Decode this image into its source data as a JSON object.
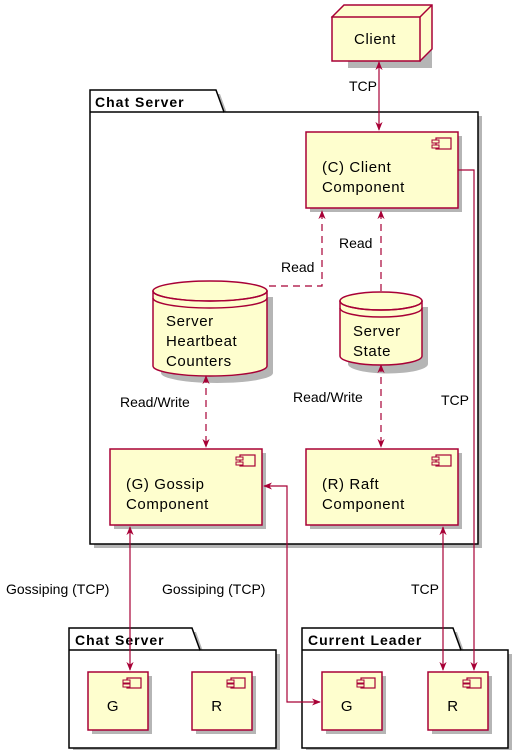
{
  "colors": {
    "node_fill": "#FEFECE",
    "node_border": "#A80036",
    "edge": "#A80036",
    "package_border": "#000000",
    "package_fill": "#FFFFFF",
    "shadow": "#B5B5B5"
  },
  "packages": {
    "main": "Chat Server",
    "peer": "Chat Server",
    "leader": "Current Leader"
  },
  "nodes": {
    "client": "Client",
    "client_component": [
      "(C) Client",
      "Component"
    ],
    "heartbeat": [
      "Server",
      "Heartbeat",
      "Counters"
    ],
    "server_state": [
      "Server",
      "State"
    ],
    "gossip": [
      "(G) Gossip",
      "Component"
    ],
    "raft": [
      "(R) Raft",
      "Component"
    ],
    "peer_g": "G",
    "peer_r": "R",
    "leader_g": "G",
    "leader_r": "R"
  },
  "edges": {
    "client_tcp": "TCP",
    "heartbeat_read": "Read",
    "state_read": "Read",
    "heartbeat_readwrite": "Read/Write",
    "state_readwrite": "Read/Write",
    "client_leader_tcp": "TCP",
    "gossip_peer": "Gossiping (TCP)",
    "gossip_leader": "Gossiping (TCP)",
    "raft_leader_tcp": "TCP"
  },
  "icons": {
    "component": "component-icon",
    "node": "node-3d-box-icon",
    "database": "database-cylinder-icon"
  }
}
